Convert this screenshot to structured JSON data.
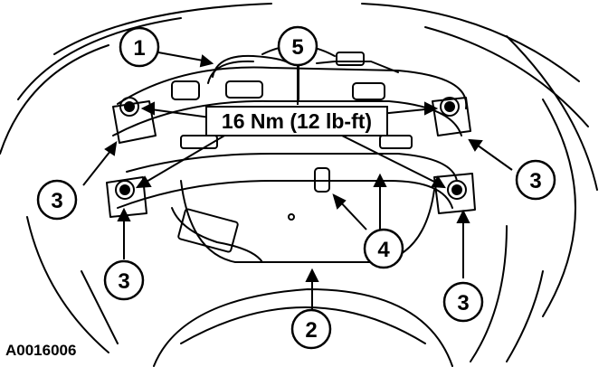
{
  "figure_id": "A0016006",
  "torque_spec": "16 Nm (12 lb-ft)",
  "callouts": {
    "c1": "1",
    "c2": "2",
    "c3_left_upper": "3",
    "c3_left_lower": "3",
    "c3_right_upper": "3",
    "c3_right_lower": "3",
    "c4": "4",
    "c5": "5"
  },
  "style": {
    "ink": "#000000",
    "paper": "#ffffff"
  }
}
